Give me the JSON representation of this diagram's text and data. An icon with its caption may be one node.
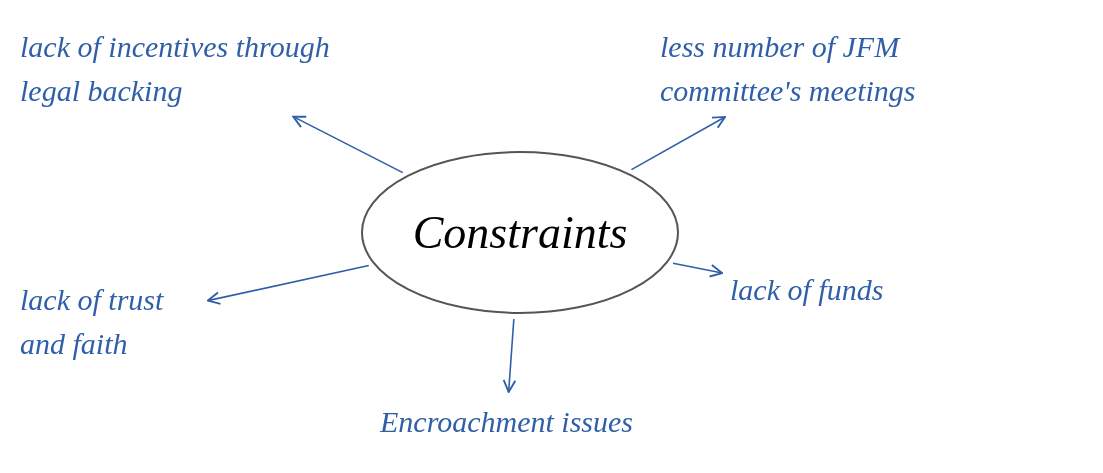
{
  "diagram": {
    "nodes": [
      {
        "text": [
          "Constraints"
        ]
      },
      {
        "text": [
          "lack of incentives through legal backing"
        ]
      },
      {
        "text": [
          "less number of JFM committee's meetings"
        ]
      },
      {
        "text": [
          "lack of funds"
        ]
      },
      {
        "text": [
          "Encroachment issues"
        ]
      },
      {
        "text": [
          "lack of trust and faith"
        ]
      }
    ],
    "edges": [
      {
        "from": 0,
        "to": 1,
        "arrow": "to"
      },
      {
        "from": 0,
        "to": 2,
        "arrow": "to"
      },
      {
        "from": 0,
        "to": 3,
        "arrow": "to"
      },
      {
        "from": 0,
        "to": 4,
        "arrow": "to"
      },
      {
        "from": 0,
        "to": 5,
        "arrow": "to"
      }
    ]
  }
}
